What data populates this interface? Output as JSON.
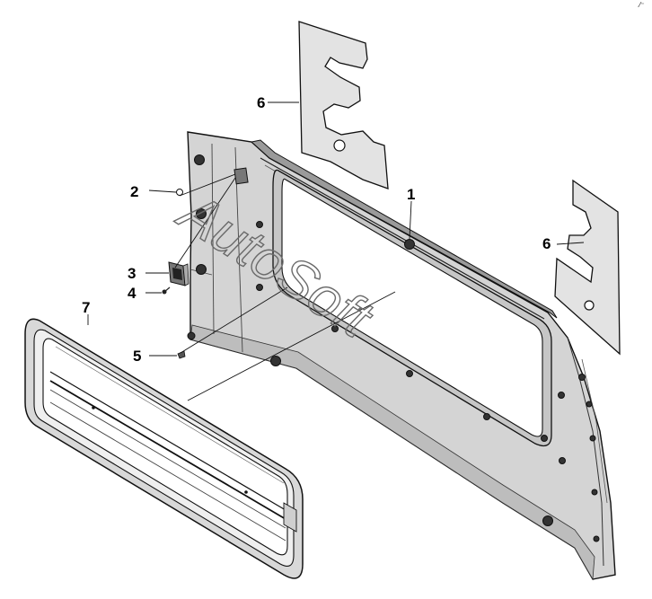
{
  "diagram": {
    "callouts": {
      "c1": "1",
      "c2": "2",
      "c3": "3",
      "c4": "4",
      "c5": "5",
      "c6a": "6",
      "c6b": "6",
      "c7": "7"
    },
    "watermark": "AutoSoft",
    "corner_mark": "⁄⁻"
  }
}
